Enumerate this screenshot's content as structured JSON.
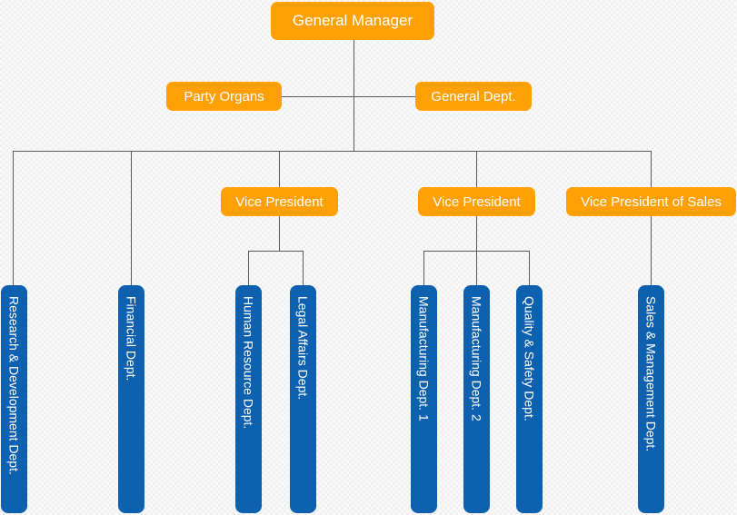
{
  "diagram": {
    "type": "org-chart",
    "root": {
      "label": "General Manager"
    },
    "staff": [
      {
        "label": "Party Organs"
      },
      {
        "label": "General Dept."
      }
    ],
    "executives": [
      {
        "label": "Vice President"
      },
      {
        "label": "Vice President"
      },
      {
        "label": "Vice President of Sales"
      }
    ],
    "departments": [
      {
        "label": "Research & Development Dept."
      },
      {
        "label": "Financial Dept."
      },
      {
        "label": "Human Resource Dept."
      },
      {
        "label": "Legal Affairs Dept."
      },
      {
        "label": "Manufacturing Dept. 1"
      },
      {
        "label": "Manufacturing Dept. 2"
      },
      {
        "label": "Quality & Safety Dept."
      },
      {
        "label": "Sales & Management Dept."
      }
    ],
    "colors": {
      "orange": "#ffa006",
      "blue": "#0e61ae",
      "line": "#5a5a5a",
      "text": "#ffffff"
    }
  }
}
